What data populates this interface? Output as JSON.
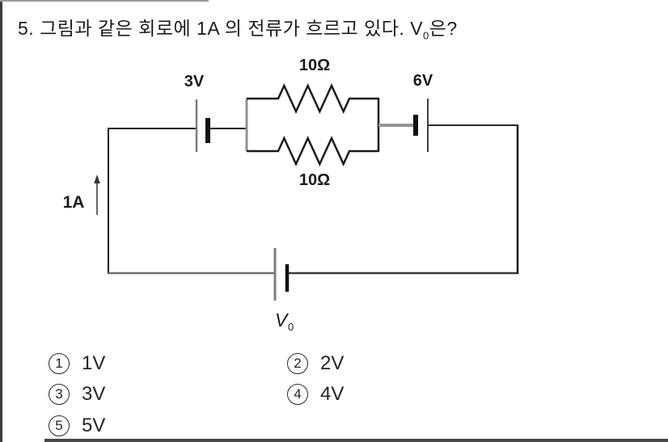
{
  "question": {
    "number": "5.",
    "text": "그림과 같은 회로에 1A 의 전류가 흐르고 있다.",
    "var": "V",
    "var_sub": "0",
    "suffix": "은?"
  },
  "circuit": {
    "battery_3v_label": "3V",
    "battery_6v_label": "6V",
    "resistor_top_label": "10Ω",
    "resistor_bottom_label": "10Ω",
    "current_label": "1A",
    "v0_var": "V",
    "v0_sub": "0",
    "colors": {
      "wire_dark": "#222222",
      "wire_gray": "#8f8f8f",
      "terminal_black": "#111111"
    }
  },
  "choices": [
    {
      "digit": "1",
      "label": "1V"
    },
    {
      "digit": "2",
      "label": "2V"
    },
    {
      "digit": "3",
      "label": "3V"
    },
    {
      "digit": "4",
      "label": "4V"
    },
    {
      "digit": "5",
      "label": "5V"
    }
  ]
}
